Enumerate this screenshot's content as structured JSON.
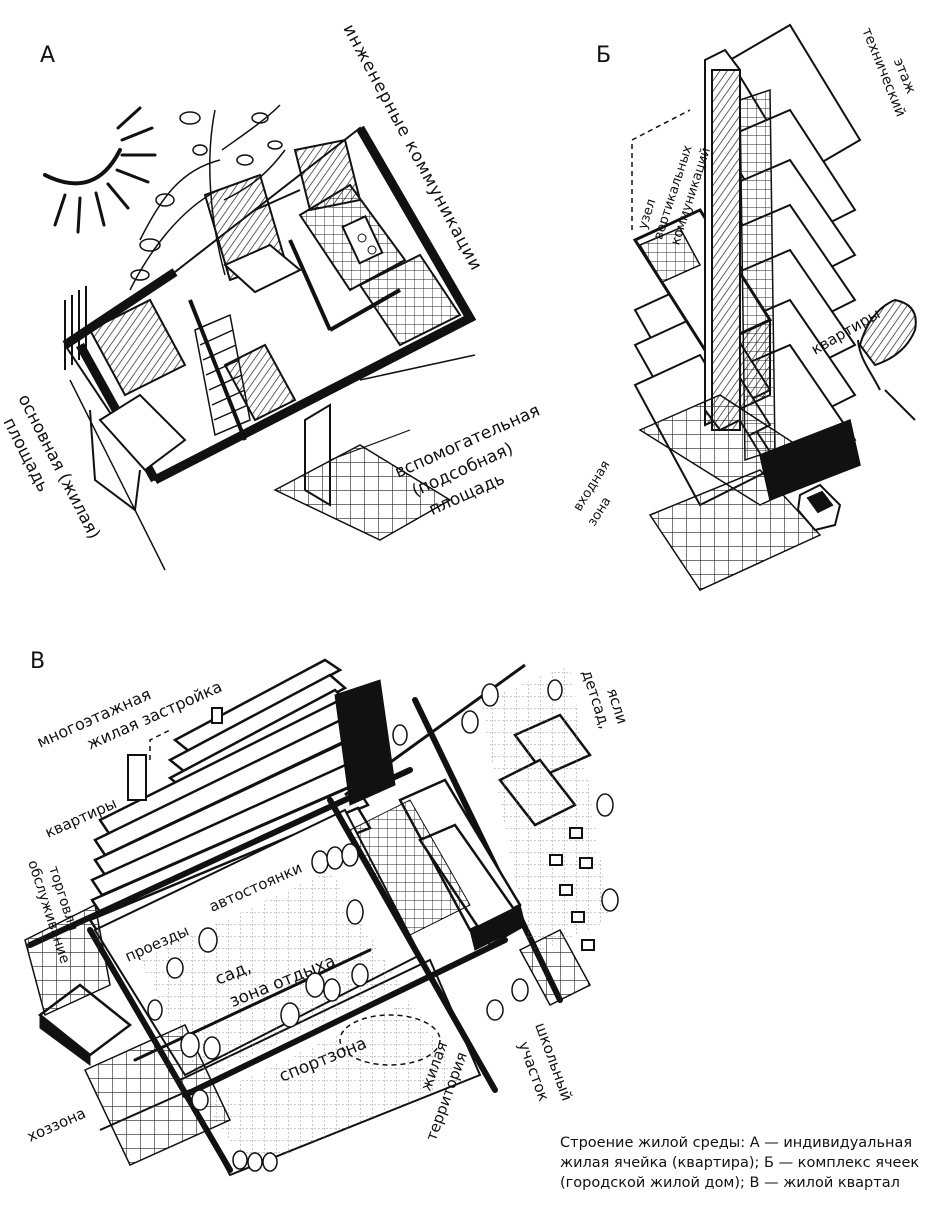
{
  "panels": {
    "a": {
      "letter": "А",
      "labels": {
        "engineering": "инженерные коммуникации",
        "main_area_1": "основная (жилая)",
        "main_area_2": "площадь",
        "aux_area_1": "вспомогательная",
        "aux_area_2": "(подсобная)",
        "aux_area_3": "площадь"
      }
    },
    "b": {
      "letter": "Б",
      "labels": {
        "node_1": "узел",
        "node_2": "вертикальных",
        "node_3": "коммуникаций",
        "tech_1": "технический",
        "tech_2": "этаж",
        "apartments": "квартиры",
        "entrance_1": "входная",
        "entrance_2": "зона"
      }
    },
    "c": {
      "letter": "В",
      "labels": {
        "multistorey_1": "многоэтажная",
        "multistorey_2": "жилая застройка",
        "apartments": "квартиры",
        "service_1": "обслуживание",
        "service_2": "торговля",
        "driveways": "проезды",
        "parking": "автостоянки",
        "garden_1": "сад,",
        "garden_2": "зона отдыха",
        "sport": "спортзона",
        "household": "хоззона",
        "residential_1": "жилая",
        "residential_2": "территория",
        "school_1": "школьный",
        "school_2": "участок",
        "kindergarten_1": "детсад,",
        "kindergarten_2": "ясли"
      }
    }
  },
  "caption": {
    "line1": "Строение жилой среды: А — индивидуальная",
    "line2": "жилая ячейка (квартира); Б — комплекс ячеек",
    "line3": "(городской жилой дом); В — жилой квартал"
  }
}
